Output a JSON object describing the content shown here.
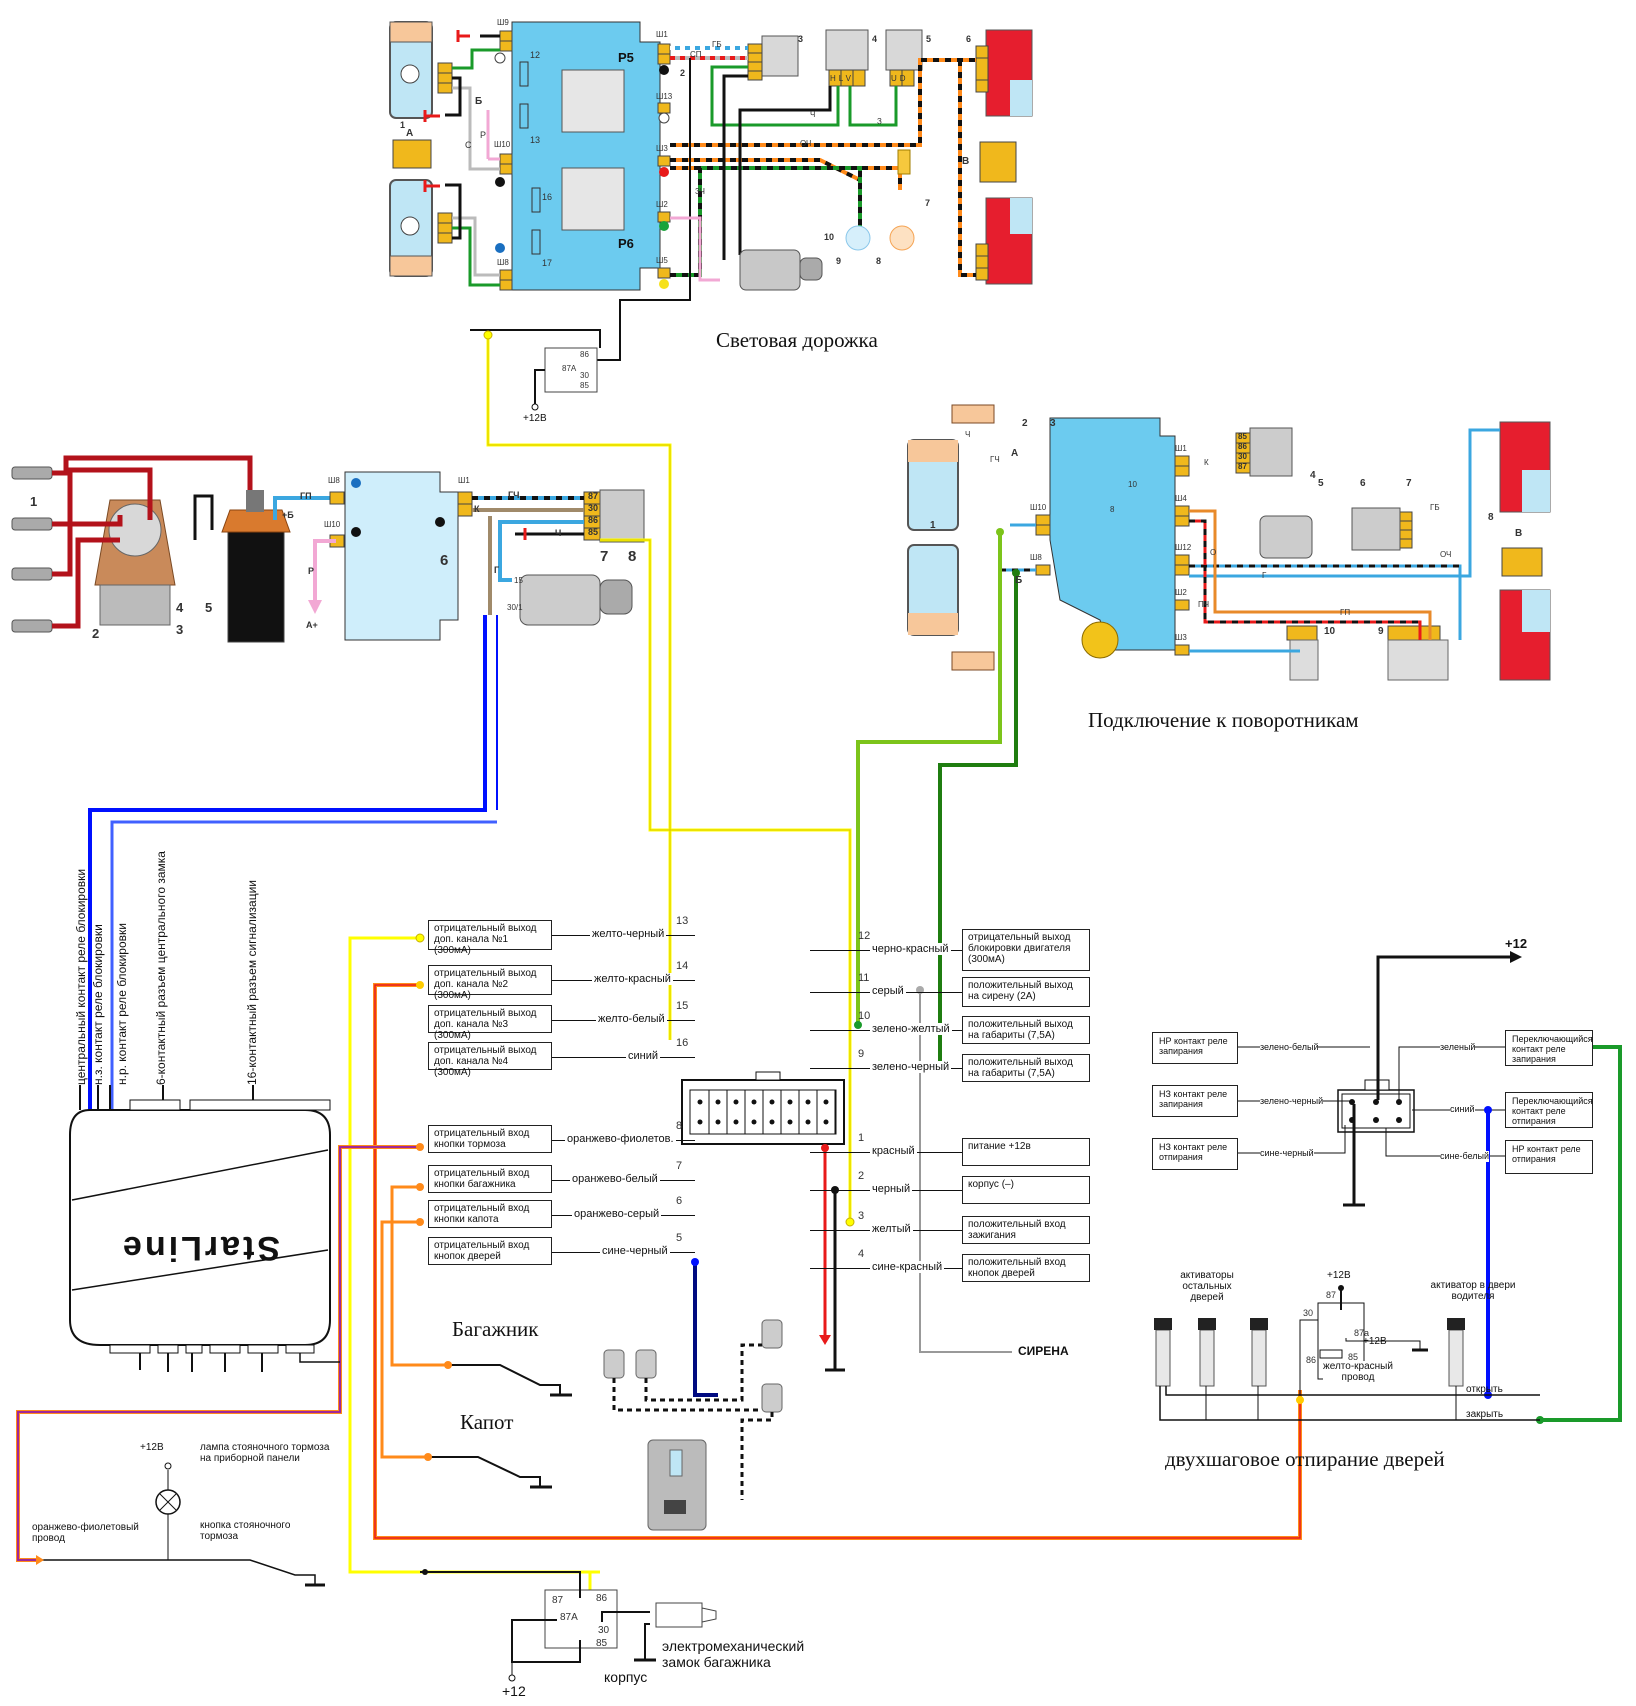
{
  "captions": {
    "light_path": "Световая дорожка",
    "turn_signals": "Подключение к поворотникам",
    "two_step": "двухшаговое отпирание дверей",
    "trunk": "Багажник",
    "hood": "Капот",
    "siren": "СИРЕНА",
    "brand": "StarLine"
  },
  "colors": {
    "yellow": "#ffff00",
    "blue": "#0010ff",
    "green": "#1a9a2a",
    "lightgreen": "#7cc41a",
    "darkgreen": "#1f7d10",
    "red": "#ee1010",
    "orange": "#ff8a1a",
    "purple": "#a02898",
    "block": "#6ccbef",
    "connector": "#f0b81c"
  },
  "unit_connectors": [
    "центральный контакт реле блокировки",
    "н.з. контакт реле блокировки",
    "н.р. контакт реле блокировки",
    "6-контактный разъем центрального замка",
    "16-контактный разъем сигнализации"
  ],
  "left_channels": [
    {
      "label": "отрицательный выход доп. канала №1 (300мА)",
      "wire": "желто-черный",
      "pin": "13"
    },
    {
      "label": "отрицательный выход доп. канала №2 (300мА)",
      "wire": "желто-красный",
      "pin": "14"
    },
    {
      "label": "отрицательный выход доп. канала №3 (300мА)",
      "wire": "желто-белый",
      "pin": "15"
    },
    {
      "label": "отрицательный выход доп. канала №4 (300мА)",
      "wire": "синий",
      "pin": "16"
    },
    {
      "label": "отрицательный вход кнопки тормоза",
      "wire": "оранжево-фиолетов.",
      "pin": "8"
    },
    {
      "label": "отрицательный вход кнопки багажника",
      "wire": "оранжево-белый",
      "pin": "7"
    },
    {
      "label": "отрицательный вход кнопки капота",
      "wire": "оранжево-серый",
      "pin": "6"
    },
    {
      "label": "отрицательный вход кнопок дверей",
      "wire": "сине-черный",
      "pin": "5"
    }
  ],
  "right_channels": [
    {
      "label": "отрицательный выход блокировки двигателя (300мА)",
      "wire": "черно-красный",
      "pin": "12"
    },
    {
      "label": "положительный выход на сирену (2А)",
      "wire": "серый",
      "pin": "11"
    },
    {
      "label": "положительный выход на габариты (7,5А)",
      "wire": "зелено-желтый",
      "pin": "10"
    },
    {
      "label": "положительный выход на габариты (7,5А)",
      "wire": "зелено-черный",
      "pin": "9"
    },
    {
      "label": "питание +12в",
      "wire": "красный",
      "pin": "1"
    },
    {
      "label": "корпус (–)",
      "wire": "черный",
      "pin": "2"
    },
    {
      "label": "положительный вход зажигания",
      "wire": "желтый",
      "pin": "3"
    },
    {
      "label": "положительный вход кнопок дверей",
      "wire": "сине-красный",
      "pin": "4"
    }
  ],
  "lock_connector": {
    "left": [
      {
        "label": "НР контакт реле запирания",
        "wire": "зелено-белый"
      },
      {
        "label": "НЗ контакт реле запирания",
        "wire": "зелено-черный"
      },
      {
        "label": "НЗ контакт реле отпирания",
        "wire": "сине-черный"
      }
    ],
    "right": [
      {
        "label": "Переключающийся контакт реле запирания",
        "wire": "зеленый"
      },
      {
        "label": "Переключающийся контакт реле отпирания",
        "wire": "синий"
      },
      {
        "label": "НР контакт реле отпирания",
        "wire": "сине-белый"
      }
    ],
    "plus": "+12"
  },
  "two_step": {
    "other_doors": "активаторы остальных дверей",
    "driver_door": "активатор в двери водителя",
    "plus1": "+12В",
    "plus2": "+12В",
    "wire": "желто-красный провод",
    "open": "открыть",
    "close": "закрыть",
    "pins": [
      "87",
      "30",
      "87а",
      "85",
      "86"
    ]
  },
  "parking_brake": {
    "plus": "+12В",
    "lamp": "лампа стояночного тормоза на приборной панели",
    "button": "кнопка стояночного тормоза",
    "wire": "оранжево-фиолетовый провод"
  },
  "trunk_relay": {
    "pins": [
      "87",
      "87A",
      "86",
      "30",
      "85"
    ],
    "lock": "электромеханический замок багажника",
    "ground": "корпус",
    "plus": "+12"
  },
  "top_relay": {
    "pins": [
      "86",
      "87A",
      "30",
      "85"
    ],
    "plus": "+12В"
  },
  "headlight_block": {
    "relays": [
      "Р5",
      "Р6"
    ],
    "fuses": [
      "12",
      "13",
      "16",
      "17"
    ],
    "connectors": [
      "Ш9",
      "Ш10",
      "Ш8",
      "Ш1",
      "Ш13",
      "Ш3",
      "Ш2",
      "Ш5"
    ],
    "wires": [
      "ГБ",
      "СП",
      "Ч",
      "З",
      "ОЧ",
      "ЗЧ",
      "С",
      "Р"
    ],
    "items": [
      "1",
      "2",
      "3",
      "4",
      "5",
      "6",
      "7",
      "8",
      "9",
      "10",
      "А",
      "Б",
      "В"
    ],
    "switch_pins": [
      "H",
      "L",
      "V",
      "U",
      "D"
    ]
  },
  "ignition_block": {
    "items": [
      "1",
      "2",
      "3",
      "4",
      "5",
      "6",
      "7",
      "8"
    ],
    "relay_pins": [
      "87",
      "30",
      "86",
      "85"
    ],
    "wires": [
      "ГП",
      "ГЧ",
      "К",
      "Г",
      "Ч",
      "Р"
    ],
    "connectors": [
      "Ш8",
      "Ш10",
      "Ш1"
    ],
    "labels": [
      "+Б",
      "А+",
      "15",
      "30/1"
    ]
  },
  "turn_block": {
    "items": [
      "1",
      "2",
      "3",
      "4",
      "5",
      "6",
      "7",
      "8",
      "9",
      "10",
      "А",
      "Б",
      "В"
    ],
    "relay_pins": [
      "85",
      "86",
      "30",
      "87"
    ],
    "connectors": [
      "Ш1",
      "Ш10",
      "Ш4",
      "Ш8",
      "Ш12",
      "Ш2",
      "Ш3"
    ],
    "fuses": [
      "10",
      "8"
    ],
    "wires": [
      "Ч",
      "ГЧ",
      "К",
      "Г",
      "О",
      "ПЧ",
      "ГП",
      "ОЧ",
      "ГБ"
    ]
  }
}
